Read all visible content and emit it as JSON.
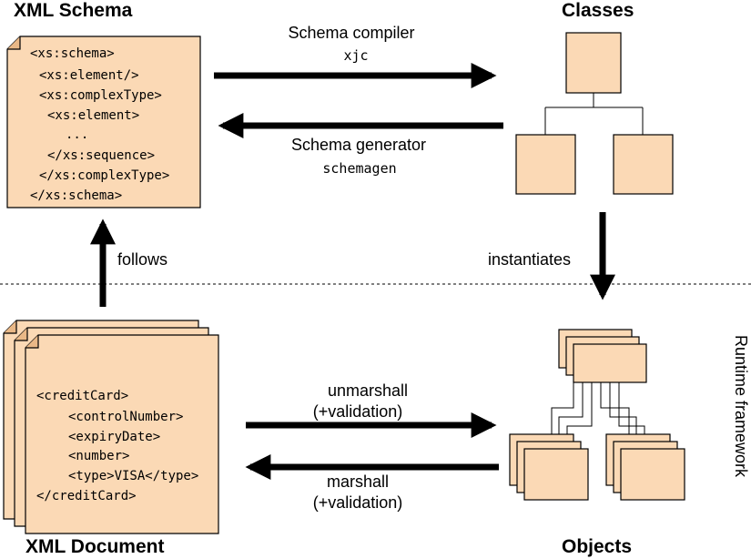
{
  "titles": {
    "schema": "XML Schema",
    "classes": "Classes",
    "document": "XML Document",
    "objects": "Objects"
  },
  "schema_code": [
    "<xs:schema>",
    "<xs:element/>",
    "<xs:complexType>",
    "<xs:element>",
    "...",
    "</xs:sequence>",
    "</xs:complexType>",
    "</xs:schema>"
  ],
  "document_code": [
    "<creditCard>",
    "<controlNumber>",
    "<expiryDate>",
    "<number>",
    "<type>VISA</type>",
    "</creditCard>"
  ],
  "arrows": {
    "compiler": {
      "label": "Schema compiler",
      "tool": "xjc"
    },
    "generator": {
      "label": "Schema generator",
      "tool": "schemagen"
    },
    "follows": "follows",
    "instantiates": "instantiates",
    "unmarshall": {
      "label": "unmarshall",
      "note": "(+validation)"
    },
    "marshall": {
      "label": "marshall",
      "note": "(+validation)"
    }
  },
  "runtime_label": "Runtime framework",
  "colors": {
    "box_fill": "#fbd9b5",
    "stroke": "#000000"
  }
}
